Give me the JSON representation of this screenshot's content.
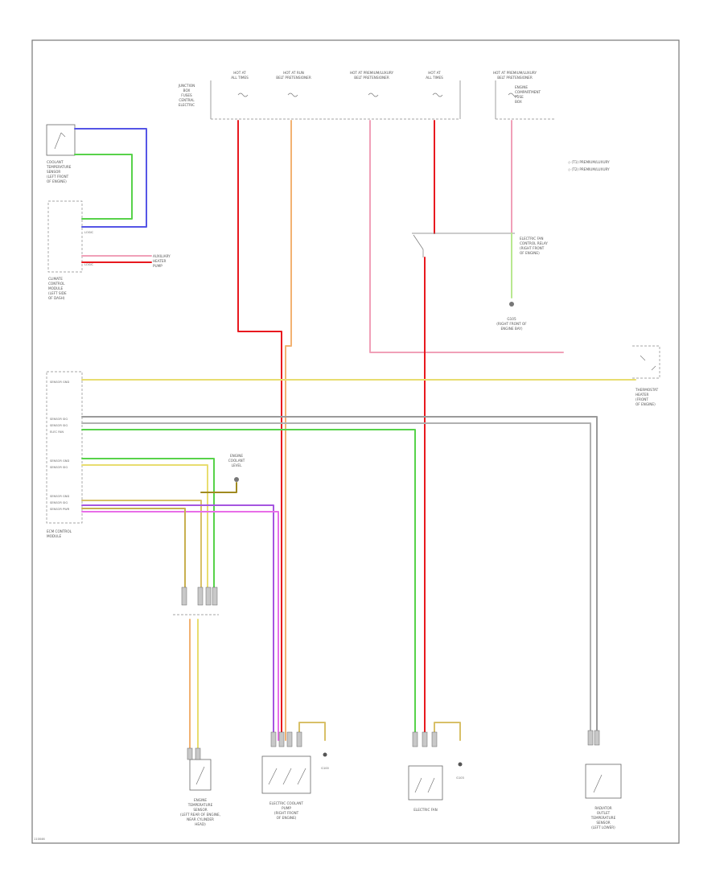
{
  "fuse_labels": [
    {
      "line1": "HOT AT",
      "line2": "ALL TIMES"
    },
    {
      "line1": "HOT AT RUN",
      "line2": "BELT PRETENSIONER"
    },
    {
      "line1": "HOT AT PREMIUM/LUXURY",
      "line2": "BELT PRETENSIONER"
    },
    {
      "line1": "HOT AT",
      "line2": "ALL TIMES"
    },
    {
      "line1": "HOT AT PREMIUM/LUXURY",
      "line2": "BELT PRETENSIONER"
    }
  ],
  "junction_block_label": [
    "JUNCTION",
    "BOX",
    "FUSES",
    "CENTRAL",
    "ELECTRIC"
  ],
  "fuse_block_label": [
    "ENGINE",
    "COMPARTMENT",
    "FUSE",
    "BOX"
  ],
  "legend": [
    "◇ (T1) PREMIUM/LUXURY",
    "◇ (T2) PREMIUM/LUXURY"
  ],
  "coolant_sensor_label": [
    "COOLANT",
    "TEMPERATURE",
    "SENSOR",
    "(LEFT FRONT",
    "OF ENGINE)"
  ],
  "control_module_label": [
    "CLIMATE",
    "CONTROL",
    "MODULE",
    "(LEFT SIDE",
    "OF DASH)"
  ],
  "junction_label": [
    "AUXILIARY",
    "HEATER",
    "PUMP"
  ],
  "relay_label": [
    "ELECTRIC FAN",
    "CONTROL RELAY",
    "(RIGHT FRONT",
    "OF ENGINE)"
  ],
  "ground_label": [
    "G105",
    "(RIGHT FRONT OF",
    "ENGINE BAY)"
  ],
  "thermostat_label": [
    "THERMOSTAT",
    "HEATER",
    "(FRONT",
    "OF ENGINE)"
  ],
  "ecm_label": [
    "ECM CONTROL",
    "MODULE"
  ],
  "ecm_pin_labels": [
    "SENSOR GND",
    "SENSOR SIG",
    "SENSOR SIG",
    "ELEC FAN",
    "SENSOR GND",
    "SENSOR SIG",
    "SENSOR GND",
    "SENSOR SIG",
    "SENSOR PWR"
  ],
  "splice_label": [
    "ENGINE",
    "COOLANT",
    "LEVEL"
  ],
  "bottom_labels": [
    [
      "ENGINE",
      "TEMPERATURE",
      "SENSOR",
      "(LEFT REAR OF ENGINE,",
      "NEAR CYLINDER",
      "HEAD)"
    ],
    [
      "ELECTRIC COOLANT",
      "PUMP",
      "(RIGHT FRONT",
      "OF ENGINE)"
    ],
    [
      "ELECTRIC FAN"
    ],
    [
      "RADIATOR",
      "OUTLET",
      "TEMPERATURE",
      "SENSOR",
      "(LEFT LOWER)"
    ]
  ],
  "ground_codes": [
    "G100",
    "G103"
  ],
  "footer_code": "110046",
  "colors": {
    "red": "#e8191f",
    "orange": "#f2b272",
    "pink": "#f0a0b8",
    "green": "#57d24a",
    "blue": "#5555e6",
    "purple": "#a555e0",
    "magenta": "#e86ee8",
    "yellow": "#e8dd70",
    "tan": "#d8c068",
    "gray": "#9a9a9a",
    "olive": "#a08a20"
  }
}
